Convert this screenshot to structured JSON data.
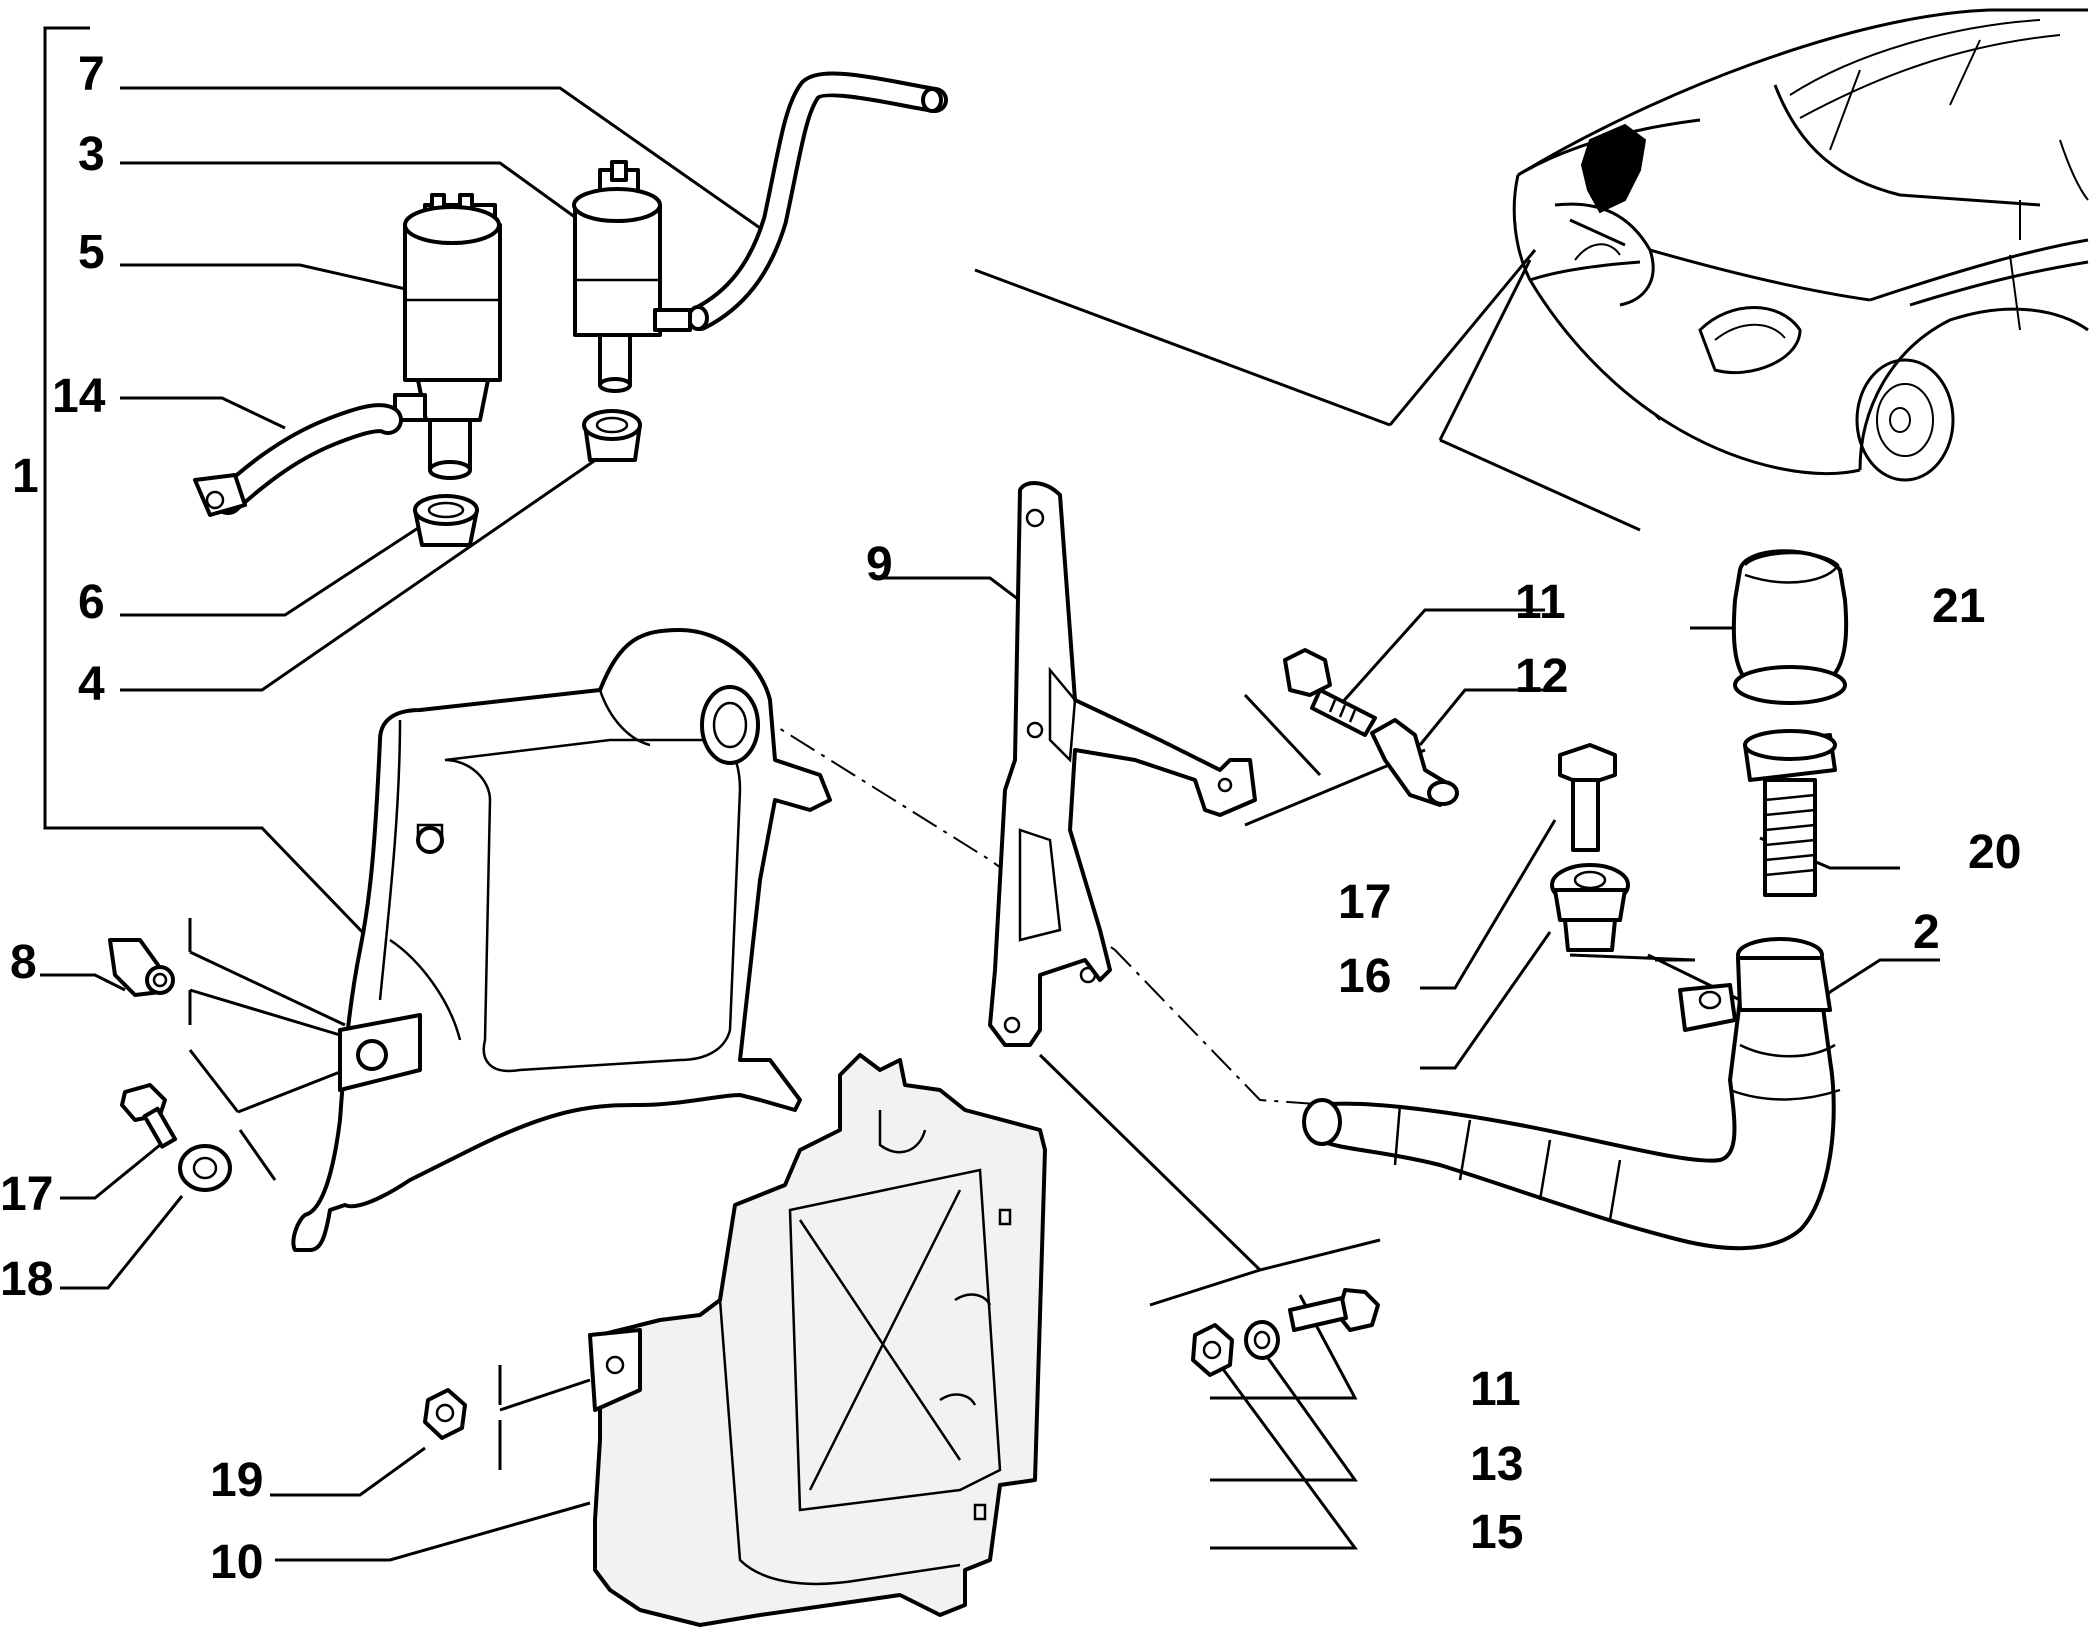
{
  "labels": {
    "p1": "1",
    "p2": "2",
    "p3": "3",
    "p4": "4",
    "p5": "5",
    "p6": "6",
    "p7": "7",
    "p8": "8",
    "p9": "9",
    "p10": "10",
    "p11a": "11",
    "p11b": "11",
    "p12": "12",
    "p13": "13",
    "p14": "14",
    "p15": "15",
    "p16": "16",
    "p17a": "17",
    "p17b": "17",
    "p18": "18",
    "p19": "19",
    "p20": "20",
    "p21": "21"
  }
}
